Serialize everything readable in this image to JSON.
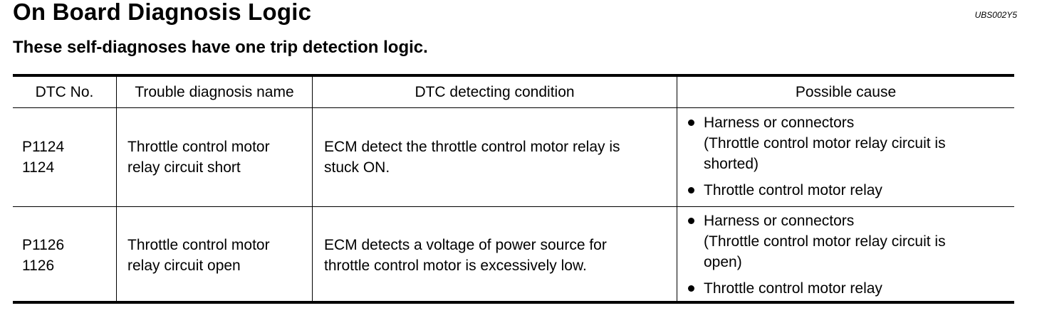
{
  "header": {
    "title": "On Board Diagnosis Logic",
    "doc_code": "UBS002Y5",
    "subtitle": "These self-diagnoses have one trip detection logic."
  },
  "table": {
    "columns": [
      "DTC No.",
      "Trouble diagnosis name",
      "DTC detecting condition",
      "Possible cause"
    ],
    "rows": [
      {
        "dtc": [
          "P1124",
          "1124"
        ],
        "name": [
          "Throttle control motor",
          "relay circuit short"
        ],
        "condition": [
          "ECM detect the throttle control motor relay is",
          "stuck ON."
        ],
        "causes": [
          [
            "Harness or connectors",
            "(Throttle control motor relay circuit is",
            "shorted)"
          ],
          [
            "Throttle control motor relay"
          ]
        ]
      },
      {
        "dtc": [
          "P1126",
          "1126"
        ],
        "name": [
          "Throttle control motor",
          "relay circuit open"
        ],
        "condition": [
          "ECM detects a voltage of power source for",
          "throttle control motor is excessively low."
        ],
        "causes": [
          [
            "Harness or connectors",
            "(Throttle control motor relay circuit is",
            "open)"
          ],
          [
            "Throttle control motor relay"
          ]
        ]
      }
    ]
  }
}
